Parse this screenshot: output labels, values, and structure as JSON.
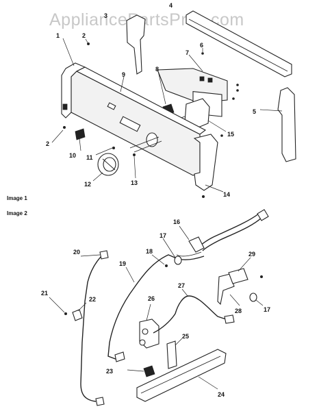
{
  "watermark": "AppliancePartsPros.com",
  "sections": {
    "image1": "Image 1",
    "image2": "Image 2"
  },
  "callouts": [
    "1",
    "2",
    "2",
    "3",
    "4",
    "5",
    "6",
    "7",
    "8",
    "9",
    "10",
    "11",
    "12",
    "13",
    "14",
    "15",
    "16",
    "17",
    "17",
    "18",
    "19",
    "20",
    "21",
    "22",
    "23",
    "24",
    "25",
    "26",
    "27",
    "28",
    "29"
  ]
}
